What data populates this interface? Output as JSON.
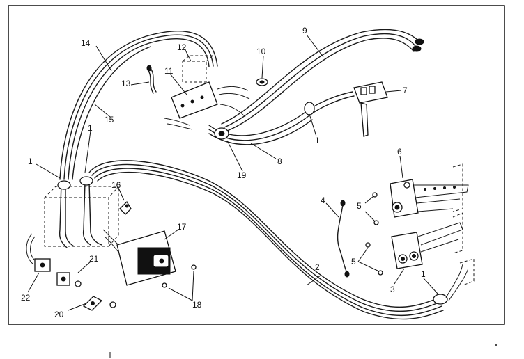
{
  "colors": {
    "ink": "#111111",
    "paper": "#ffffff"
  },
  "callouts": {
    "c1a": "1",
    "c1b": "1",
    "c1c": "1",
    "c1d": "1",
    "c2": "2",
    "c3": "3",
    "c4": "4",
    "c5a": "5",
    "c5b": "5",
    "c6": "6",
    "c7": "7",
    "c8": "8",
    "c9": "9",
    "c10": "10",
    "c11": "11",
    "c12": "12",
    "c13": "13",
    "c14": "14",
    "c15": "15",
    "c16": "16",
    "c17": "17",
    "c18": "18",
    "c19": "19",
    "c20": "20",
    "c21": "21",
    "c22": "22"
  }
}
